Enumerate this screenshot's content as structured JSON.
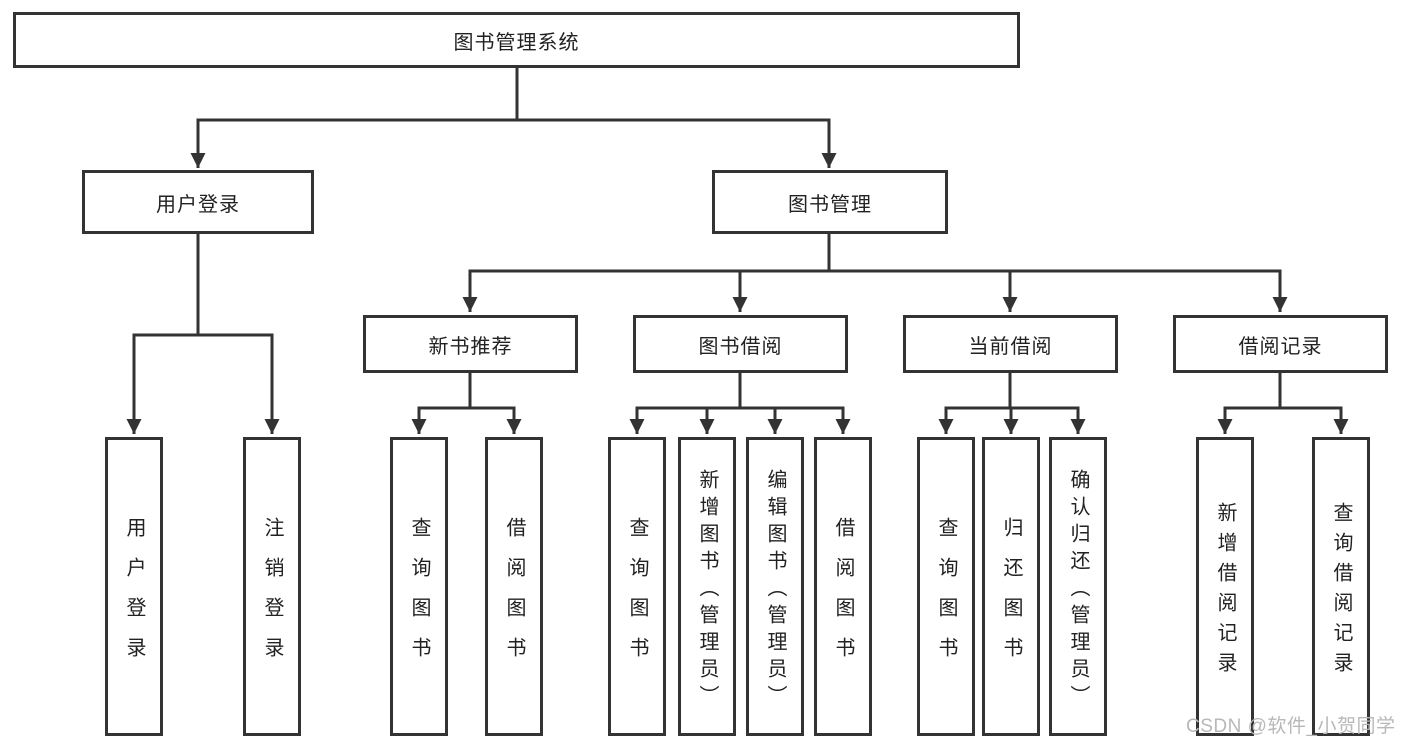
{
  "diagram": {
    "title": "图书管理系统",
    "level2": [
      "用户登录",
      "图书管理"
    ],
    "level3": [
      "新书推荐",
      "图书借阅",
      "当前借阅",
      "借阅记录"
    ],
    "leaves": {
      "user_login": [
        "用户登录",
        "注销登录"
      ],
      "new_book_recommend": [
        "查询图书",
        "借阅图书"
      ],
      "book_borrowing": [
        "查询图书",
        "新增图书（管理员）",
        "编辑图书（管理员）",
        "借阅图书"
      ],
      "current_borrowing": [
        "查询图书",
        "归还图书",
        "确认归还（管理员）"
      ],
      "borrowing_records": [
        "新增借阅记录",
        "查询借阅记录"
      ]
    }
  },
  "watermark": {
    "text": "CSDN @软件_小贺同学"
  },
  "colors": {
    "line": "#333333",
    "text": "#222222",
    "watermark": "#b8b8b8",
    "background": "#ffffff"
  }
}
